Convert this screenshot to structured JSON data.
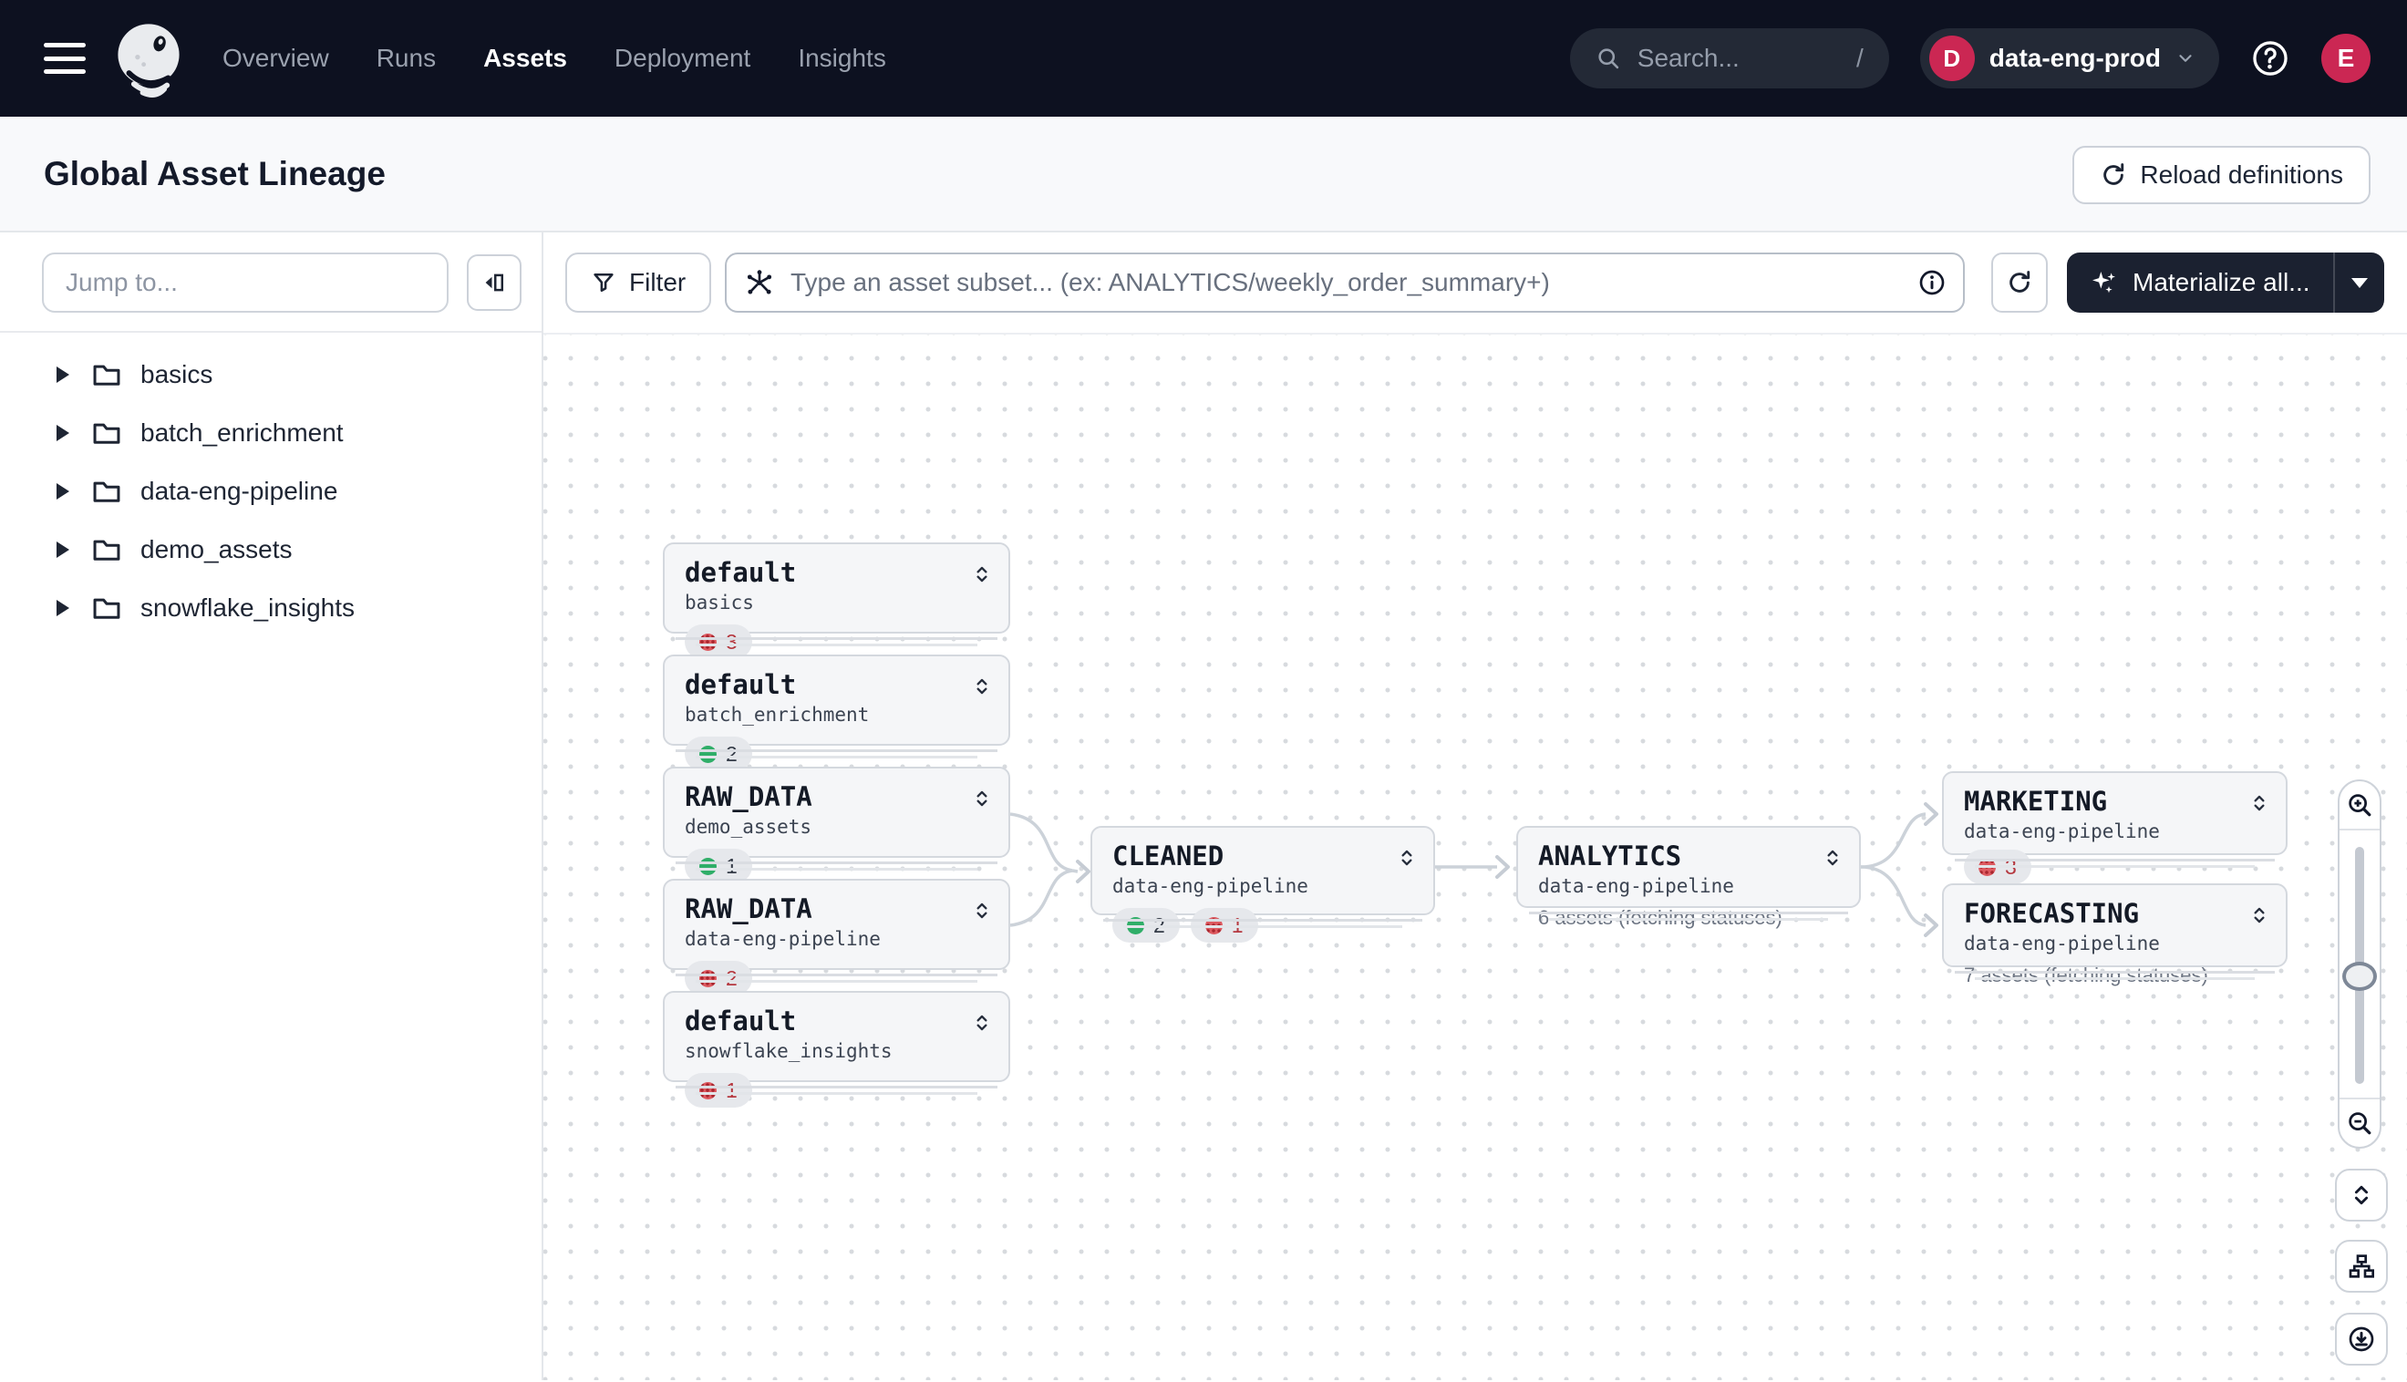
{
  "nav": {
    "items": [
      {
        "label": "Overview",
        "active": false
      },
      {
        "label": "Runs",
        "active": false
      },
      {
        "label": "Assets",
        "active": true
      },
      {
        "label": "Deployment",
        "active": false
      },
      {
        "label": "Insights",
        "active": false
      }
    ],
    "search": {
      "placeholder": "Search...",
      "shortcut_hint": "/"
    },
    "workspace": {
      "initial": "D",
      "name": "data-eng-prod"
    },
    "user_initial": "E"
  },
  "header": {
    "title": "Global Asset Lineage",
    "reload_button_label": "Reload definitions"
  },
  "sidebar": {
    "jump_input_placeholder": "Jump to...",
    "groups": [
      {
        "label": "basics"
      },
      {
        "label": "batch_enrichment"
      },
      {
        "label": "data-eng-pipeline"
      },
      {
        "label": "demo_assets"
      },
      {
        "label": "snowflake_insights"
      }
    ]
  },
  "toolbar": {
    "filter_label": "Filter",
    "subset_input_placeholder": "Type an asset subset... (ex: ANALYTICS/weekly_order_summary+)",
    "materialize_label": "Materialize all..."
  },
  "graph": {
    "nodes": [
      {
        "title": "default",
        "subtitle": "basics",
        "badges": [
          {
            "status": "failed",
            "count": 3
          }
        ]
      },
      {
        "title": "default",
        "subtitle": "batch_enrichment",
        "badges": [
          {
            "status": "materialized",
            "count": 2
          }
        ]
      },
      {
        "title": "RAW_DATA",
        "subtitle": "demo_assets",
        "badges": [
          {
            "status": "materialized",
            "count": 1
          }
        ]
      },
      {
        "title": "RAW_DATA",
        "subtitle": "data-eng-pipeline",
        "badges": [
          {
            "status": "failed",
            "count": 2
          }
        ]
      },
      {
        "title": "default",
        "subtitle": "snowflake_insights",
        "badges": [
          {
            "status": "failed",
            "count": 1
          }
        ]
      },
      {
        "title": "CLEANED",
        "subtitle": "data-eng-pipeline",
        "badges": [
          {
            "status": "materialized",
            "count": 2
          },
          {
            "status": "failed",
            "count": 1
          }
        ]
      },
      {
        "title": "ANALYTICS",
        "subtitle": "data-eng-pipeline",
        "meta": "6 assets (fetching statuses)"
      },
      {
        "title": "MARKETING",
        "subtitle": "data-eng-pipeline",
        "badges": [
          {
            "status": "failed",
            "count": 3
          }
        ]
      },
      {
        "title": "FORECASTING",
        "subtitle": "data-eng-pipeline",
        "meta": "7 assets (fetching statuses)"
      }
    ],
    "edges": [
      {
        "from": "RAW_DATA/demo_assets",
        "to": "CLEANED/data-eng-pipeline"
      },
      {
        "from": "RAW_DATA/data-eng-pipeline",
        "to": "CLEANED/data-eng-pipeline"
      },
      {
        "from": "CLEANED/data-eng-pipeline",
        "to": "ANALYTICS/data-eng-pipeline"
      },
      {
        "from": "ANALYTICS/data-eng-pipeline",
        "to": "MARKETING/data-eng-pipeline"
      },
      {
        "from": "ANALYTICS/data-eng-pipeline",
        "to": "FORECASTING/data-eng-pipeline"
      }
    ]
  },
  "colors": {
    "nav_background": "#0d1120",
    "accent_crimson": "#cb2753",
    "status_materialized_green": "#2fae68",
    "status_failed_red": "#d5484f",
    "edge_gray": "#ccd2d9"
  }
}
